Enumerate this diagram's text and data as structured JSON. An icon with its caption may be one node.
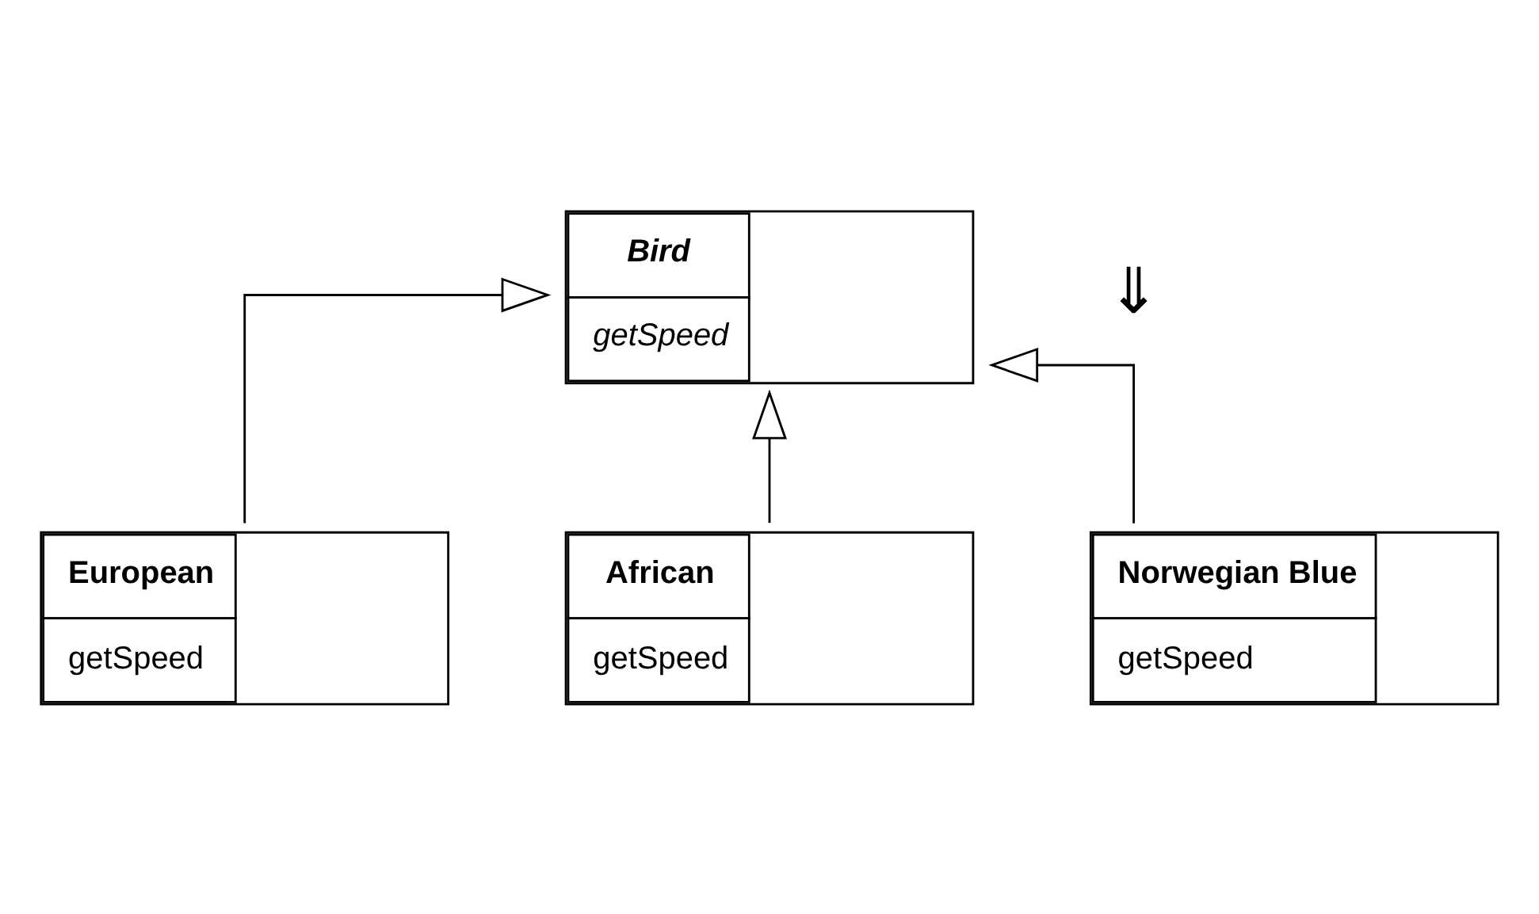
{
  "diagram": {
    "nodes": [
      {
        "text": [
          "Bird",
          "getSpeed"
        ]
      },
      {
        "text": [
          "European",
          "getSpeed"
        ]
      },
      {
        "text": [
          "African",
          "getSpeed"
        ]
      },
      {
        "text": [
          "Norwegian Blue",
          "getSpeed"
        ]
      }
    ],
    "edges": [
      {
        "from": 1,
        "to": 0,
        "arrow": "to"
      },
      {
        "from": 2,
        "to": 0,
        "arrow": "to"
      },
      {
        "from": 3,
        "to": 0,
        "arrow": "to"
      }
    ],
    "labels": [
      "⇓"
    ]
  }
}
